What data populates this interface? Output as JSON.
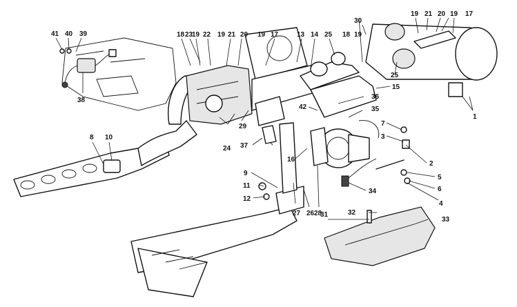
{
  "callouts": [
    "1",
    "2",
    "3",
    "4",
    "5",
    "6",
    "7",
    "8",
    "9",
    "10",
    "11",
    "12",
    "13",
    "14",
    "15",
    "16",
    "17",
    "18",
    "19",
    "20",
    "21",
    "22",
    "23",
    "24",
    "25",
    "26",
    "27",
    "28",
    "29",
    "30",
    "31",
    "32",
    "33",
    "34",
    "35",
    "36",
    "37",
    "38",
    "39",
    "40",
    "41",
    "42"
  ]
}
